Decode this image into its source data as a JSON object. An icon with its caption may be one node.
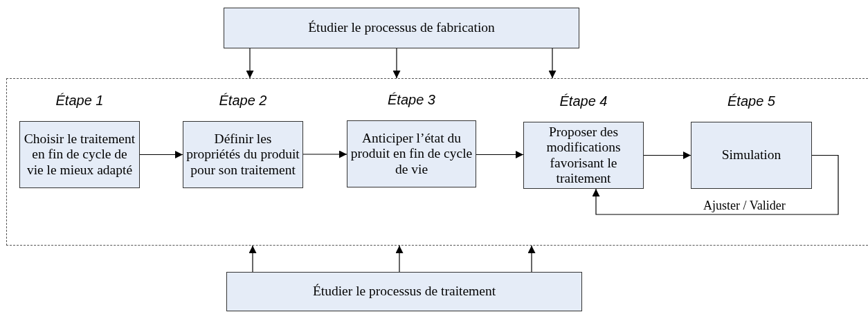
{
  "diagram": {
    "nodes": [
      {
        "text": [
          "Étudier le processus de fabrication"
        ]
      },
      {
        "text": [],
        "shape": "box"
      },
      {
        "text": [
          "Étape 1",
          "Choisir le traitement en fin de cycle de vie le mieux adapté"
        ],
        "in": 1
      },
      {
        "text": [
          "Étape 2",
          "Définir les propriétés du produit pour son traitement"
        ],
        "in": 1
      },
      {
        "text": [
          "Étape 3",
          "Anticiper l’état du produit en fin de cycle de vie"
        ],
        "in": 1
      },
      {
        "text": [
          "Étape 4",
          "Proposer des modifications favorisant le traitement"
        ],
        "in": 1
      },
      {
        "text": [
          "Étape 5",
          "Simulation"
        ],
        "in": 1
      },
      {
        "text": [
          "Étudier le processus de traitement"
        ]
      }
    ],
    "edges": [
      {
        "from": 0,
        "to": 1,
        "arrow": "to"
      },
      {
        "from": 0,
        "to": 1,
        "arrow": "to"
      },
      {
        "from": 0,
        "to": 1,
        "arrow": "to"
      },
      {
        "from": 7,
        "to": 1,
        "arrow": "to"
      },
      {
        "from": 7,
        "to": 1,
        "arrow": "to"
      },
      {
        "from": 7,
        "to": 1,
        "arrow": "to"
      },
      {
        "from": 2,
        "to": 3,
        "arrow": "to"
      },
      {
        "from": 3,
        "to": 4,
        "arrow": "to"
      },
      {
        "from": 4,
        "to": 5,
        "arrow": "to"
      },
      {
        "from": 5,
        "to": 6,
        "arrow": "to"
      },
      {
        "from": 6,
        "to": 5,
        "arrow": "to",
        "label": "Ajuster / Valider"
      }
    ]
  }
}
